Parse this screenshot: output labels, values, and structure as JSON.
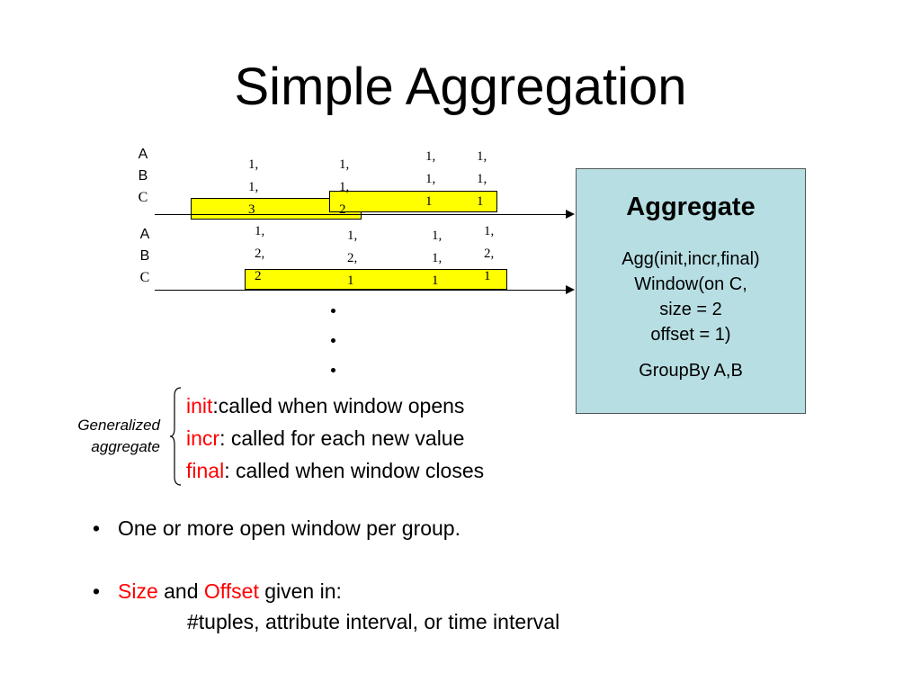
{
  "title": "Simple Aggregation",
  "stream1": {
    "labels": [
      "A",
      "B",
      "C"
    ],
    "tuples": [
      {
        "a": "1,",
        "b": "1,",
        "c": "3"
      },
      {
        "a": "1,",
        "b": "1,",
        "c": "2"
      },
      {
        "a": "1,",
        "b": "1,",
        "c": "1"
      },
      {
        "a": "1,",
        "b": "1,",
        "c": "1"
      }
    ]
  },
  "stream2": {
    "labels": [
      "A",
      "B",
      "C"
    ],
    "tuples": [
      {
        "a": "1,",
        "b": "2,",
        "c": "2"
      },
      {
        "a": "1,",
        "b": "2,",
        "c": "1"
      },
      {
        "a": "1,",
        "b": "1,",
        "c": "1"
      },
      {
        "a": "1,",
        "b": "2,",
        "c": "1"
      }
    ]
  },
  "colors": {
    "highlight": "#ffff00",
    "box": "#b7dfe3",
    "accent": "#ff0000"
  },
  "aggregate": {
    "title": "Aggregate",
    "lines": [
      "Agg(init,incr,final)",
      "Window(on C,",
      "size = 2",
      "offset = 1)"
    ],
    "groupby": "GroupBy A,B"
  },
  "generalized_label": [
    "Generalized",
    "aggregate"
  ],
  "definitions": [
    {
      "term": "init",
      "text": ":called when window opens"
    },
    {
      "term": "incr",
      "text": ": called for each new value"
    },
    {
      "term": "final",
      "text": ": called when window closes"
    }
  ],
  "bullets": [
    {
      "symbol": "•",
      "text": "One or more open window per group."
    },
    {
      "symbol": "•",
      "red1": "Size",
      "mid": " and ",
      "red2": "Offset",
      "tail": " given in:",
      "sub": "#tuples, attribute interval, or time interval"
    }
  ]
}
